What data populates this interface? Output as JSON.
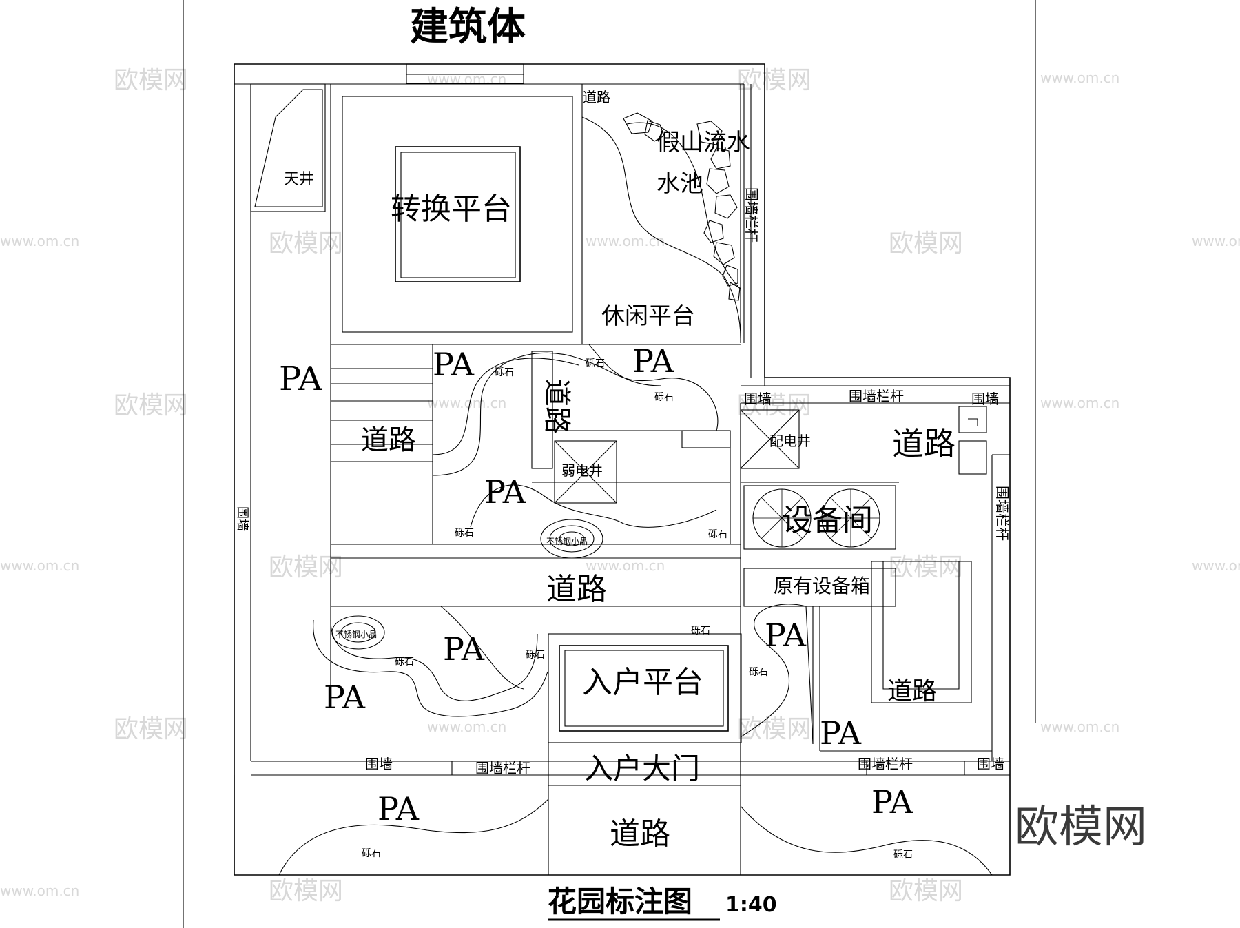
{
  "header": {
    "building_label": "建筑体"
  },
  "footer": {
    "title": "花园标注图",
    "scale": "1:40"
  },
  "brand": {
    "logo_text": "欧模网"
  },
  "watermarks": {
    "logo": "欧模网",
    "url": "www.om.cn"
  },
  "labels": {
    "skywell": "天井",
    "transfer_platform": "转换平台",
    "rock_stream": "假山流水",
    "pond": "水池",
    "top_road": "道路",
    "wall_rail_vertical_top": "围墙栏杆",
    "leisure_platform": "休闲平台",
    "pa_left_big": "PA",
    "pa_mid_top_left": "PA",
    "pa_mid_top_right": "PA",
    "gravel_a": "砾石",
    "gravel_b": "砾石",
    "gravel_c": "砾石",
    "road_vertical": "道路",
    "road_left_mid": "道路",
    "weak_current_well": "弱电井",
    "pa_center": "PA",
    "gravel_d": "砾石",
    "gravel_e": "砾石",
    "steel_piece_center": "不锈钢小品",
    "wall_left_vertical": "围墙",
    "wall_right_a": "围墙",
    "wall_rail_right_top": "围墙栏杆",
    "wall_right_b": "围墙",
    "distribution_well": "配电井",
    "road_right_top": "道路",
    "equipment_room": "设备间",
    "wall_rail_right_vertical": "围墙栏杆",
    "existing_equipment_box": "原有设备箱",
    "road_main": "道路",
    "steel_piece_left": "不锈钢小品",
    "gravel_f": "砾石",
    "pa_lower_mid": "PA",
    "gravel_g": "砾石",
    "gravel_h": "砾石",
    "pa_lower_left": "PA",
    "entry_platform": "入户平台",
    "gravel_i": "砾石",
    "pa_lower_right": "PA",
    "road_lower_right": "道路",
    "pa_lower_right_b": "PA",
    "wall_bottom_left": "围墙",
    "wall_rail_bottom_left": "围墙栏杆",
    "entry_gate": "入户大门",
    "wall_rail_bottom_right": "围墙栏杆",
    "wall_bottom_right": "围墙",
    "pa_bottom_left": "PA",
    "road_bottom": "道路",
    "pa_bottom_right": "PA",
    "gravel_j": "砾石",
    "gravel_k": "砾石"
  }
}
